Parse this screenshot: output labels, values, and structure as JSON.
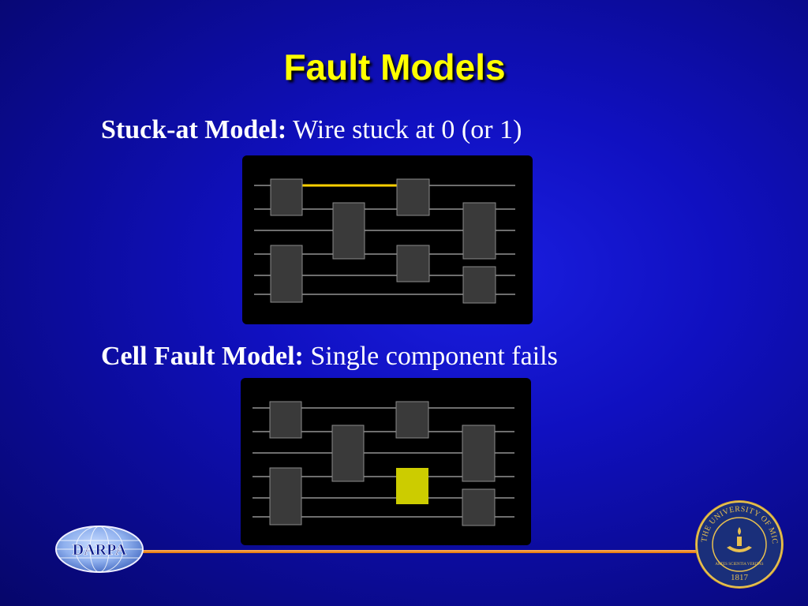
{
  "title": "Fault Models",
  "section1": {
    "label": "Stuck-at Model:",
    "text": " Wire stuck at 0 (or 1)"
  },
  "section2": {
    "label": "Cell Fault Model:",
    "text": " Single component fails"
  },
  "logos": {
    "left": "DARPA",
    "right_seal_text": "THE UNIVERSITY OF MICHIGAN",
    "right_seal_year": "1817",
    "right_seal_motto": "ARTES SCIENTIA VERITAS"
  },
  "colors": {
    "title": "#ffff00",
    "highlight": "#ffd000",
    "failed_component": "#cccc00",
    "component": "#3a3a3a",
    "rule": "#f08a1a"
  }
}
